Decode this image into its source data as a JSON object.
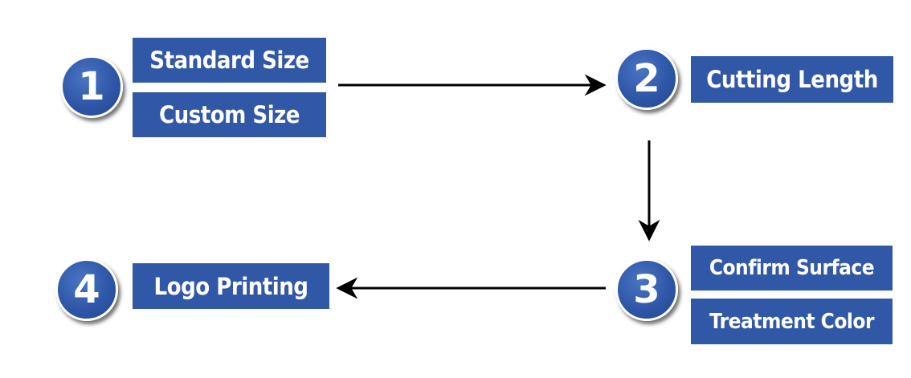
{
  "steps": [
    {
      "number": "1",
      "labels": [
        "Standard Size",
        "Custom Size"
      ]
    },
    {
      "number": "2",
      "labels": [
        "Cutting Length"
      ]
    },
    {
      "number": "3",
      "labels": [
        "Confirm Surface",
        "Treatment Color"
      ]
    },
    {
      "number": "4",
      "labels": [
        "Logo Printing"
      ]
    }
  ],
  "colors": {
    "accent": "#3158a6",
    "arrow": "#000000",
    "text": "#ffffff"
  }
}
